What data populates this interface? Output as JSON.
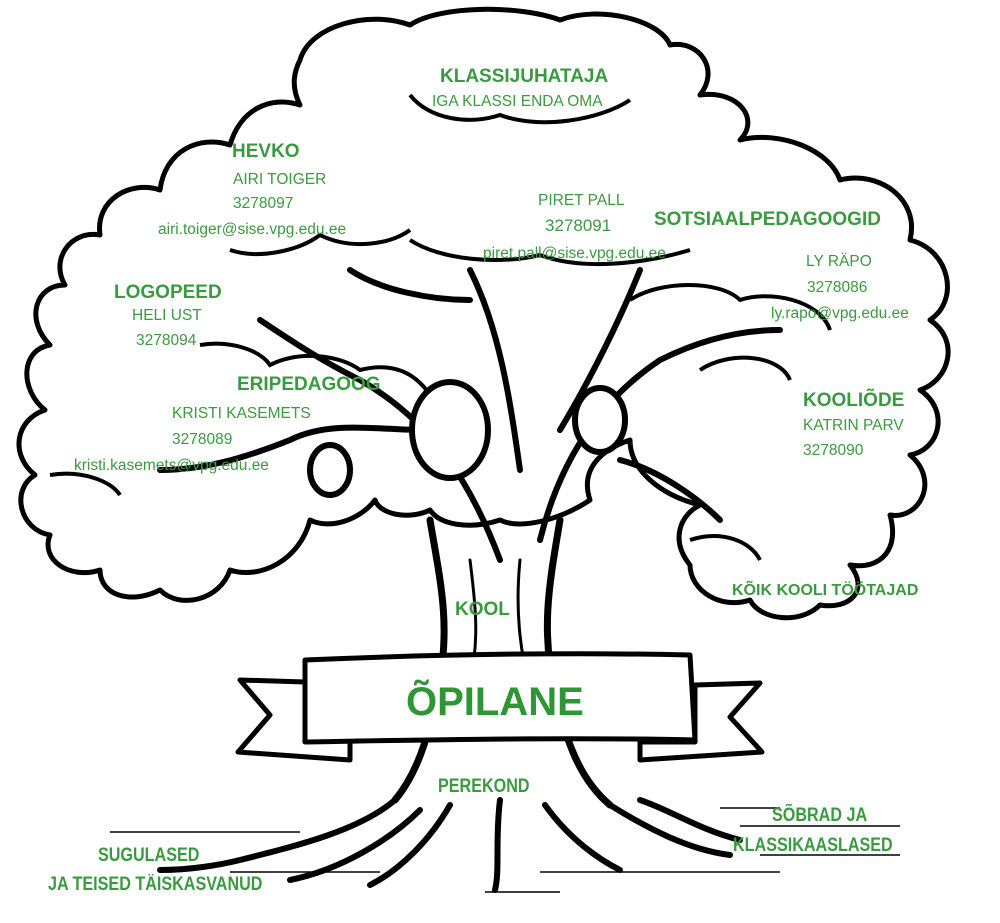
{
  "colors": {
    "text_green": "#3a9a3f",
    "outline": "#000000",
    "background": "#ffffff"
  },
  "diagram": {
    "subject": "tree-of-support",
    "center_banner": "ÕPILANE",
    "trunk_label": "KOOL",
    "roots": {
      "center": "PEREKOND",
      "left": [
        "SUGULASED",
        "JA TEISED TÄISKASVANUD"
      ],
      "right": [
        "SÕBRAD JA",
        "KLASSIKAASLASED"
      ]
    },
    "crown_groups": [
      {
        "title": "KLASSIJUHATAJA",
        "lines": [
          "IGA KLASSI ENDA OMA"
        ]
      },
      {
        "title": "HEVKO",
        "lines": [
          "AIRI TOIGER",
          "3278097",
          "airi.toiger@sise.vpg.edu.ee"
        ]
      },
      {
        "title": "",
        "lines": [
          "PIRET PALL",
          "3278091",
          "piret.pall@sise.vpg.edu.ee"
        ]
      },
      {
        "title": "SOTSIAALPEDAGOOGID",
        "lines": [
          "LY RÄPO",
          "3278086",
          "ly.rapo@vpg.edu.ee"
        ]
      },
      {
        "title": "LOGOPEED",
        "lines": [
          "HELI UST",
          "3278094"
        ]
      },
      {
        "title": "ERIPEDAGOOG",
        "lines": [
          "KRISTI KASEMETS",
          "3278089",
          "kristi.kasemets@vpg.edu.ee"
        ]
      },
      {
        "title": "KOOLIÕDE",
        "lines": [
          "KATRIN PARV",
          "3278090"
        ]
      },
      {
        "title": "KÕIK KOOLI TÖÖTAJAD",
        "lines": []
      }
    ]
  }
}
